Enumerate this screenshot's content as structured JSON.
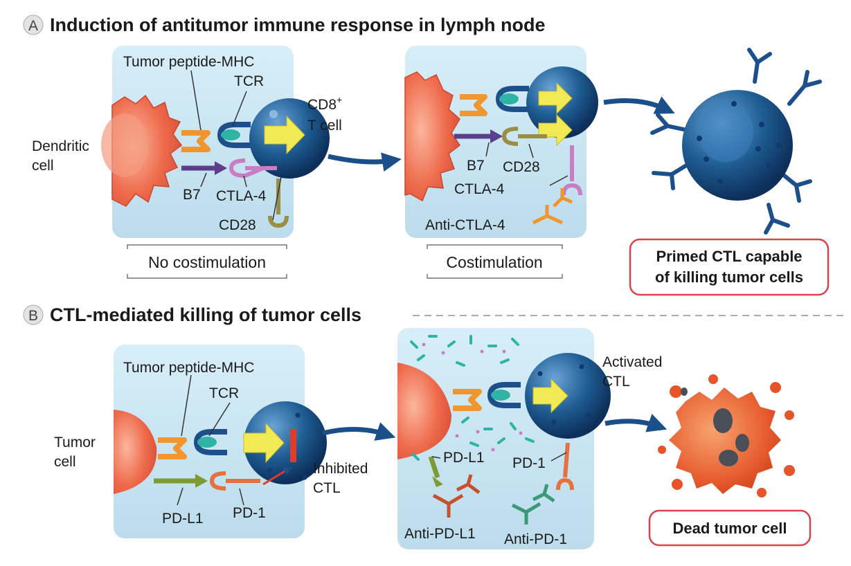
{
  "panel_a": {
    "badge": "A",
    "title": "Induction of antitumor immune response in lymph node",
    "left": {
      "tumor_peptide_mhc": "Tumor peptide-MHC",
      "tcr": "TCR",
      "cd8_line1": "CD8",
      "cd8_sup": "+",
      "cd8_line2": "T cell",
      "dendritic_line1": "Dendritic",
      "dendritic_line2": "cell",
      "b7": "B7",
      "ctla4": "CTLA-4",
      "cd28": "CD28",
      "caption": "No costimulation"
    },
    "middle": {
      "b7": "B7",
      "cd28": "CD28",
      "ctla4": "CTLA-4",
      "anti_ctla4": "Anti-CTLA-4",
      "caption": "Costimulation"
    },
    "right": {
      "box_line1": "Primed CTL capable",
      "box_line2": "of killing tumor cells"
    }
  },
  "panel_b": {
    "badge": "B",
    "title": "CTL-mediated killing of tumor cells",
    "left": {
      "tumor_peptide_mhc": "Tumor peptide-MHC",
      "tcr": "TCR",
      "tumor_line1": "Tumor",
      "tumor_line2": "cell",
      "inhibited_line1": "Inhibited",
      "inhibited_line2": "CTL",
      "pdl1": "PD-L1",
      "pd1": "PD-1"
    },
    "middle": {
      "activated_line1": "Activated",
      "activated_line2": "CTL",
      "pdl1": "PD-L1",
      "pd1": "PD-1",
      "anti_pdl1": "Anti-PD-L1",
      "anti_pd1": "Anti-PD-1"
    },
    "right": {
      "box": "Dead tumor cell"
    }
  },
  "colors": {
    "panel_bg": "#c9e4f1",
    "dendritic_cell": "#ee6a4b",
    "t_cell": "#1f5d93",
    "arrow": "#1a4f8a",
    "mhc": "#f0962f",
    "tcr": "#1d4f8a",
    "b7": "#5b3e8c",
    "ctla4": "#c97ec3",
    "cd28": "#9a8d45",
    "pdl1": "#7e9a35",
    "pd1": "#e7703f",
    "signal_arrow": "#f2ea55",
    "box_border": "#d9414f"
  }
}
